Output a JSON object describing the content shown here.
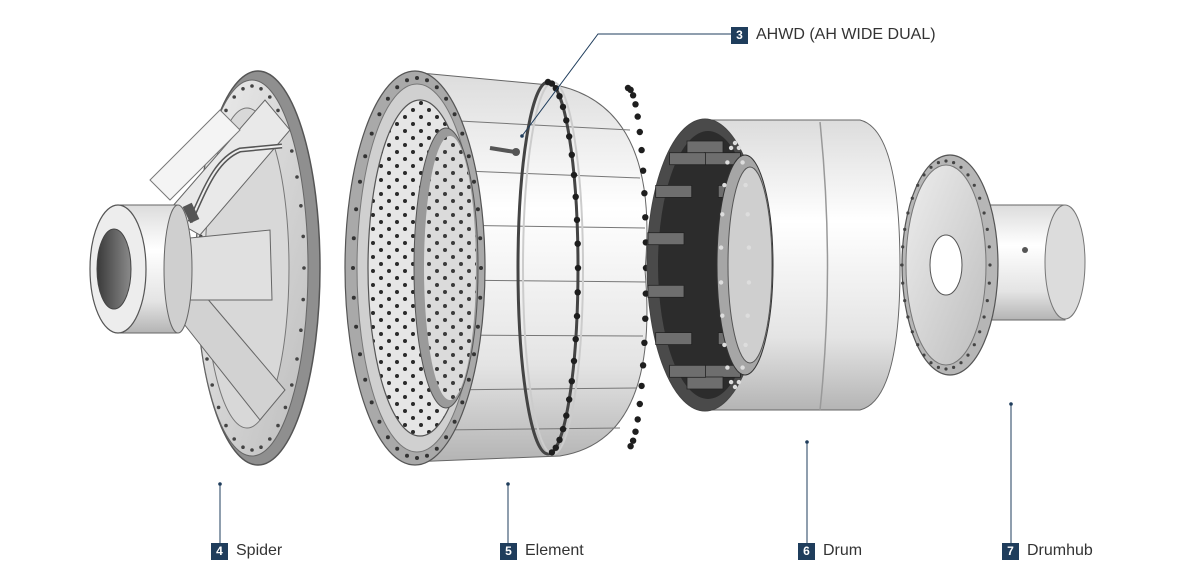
{
  "colors": {
    "callout_badge": "#1f3d5c",
    "leader_line": "#1f3d5c",
    "metal_light": "#f2f2f2",
    "metal_mid": "#c9c9c9",
    "metal_dark": "#5a5a5a",
    "bolt": "#1e1e1e"
  },
  "callouts": [
    {
      "number": "3",
      "label": "AHWD (AH WIDE DUAL)"
    },
    {
      "number": "4",
      "label": "Spider"
    },
    {
      "number": "5",
      "label": "Element"
    },
    {
      "number": "6",
      "label": "Drum"
    },
    {
      "number": "7",
      "label": "Drumhub"
    }
  ]
}
